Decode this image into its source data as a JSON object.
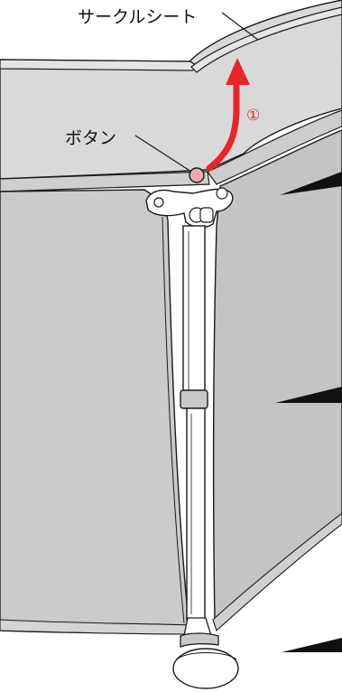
{
  "labels": {
    "circle_sheet": "サークルシート",
    "button": "ボタン",
    "step_number": "①"
  },
  "colors": {
    "background": "#ffffff",
    "panel_fill": "#d6d6d6",
    "panel_shade": "#c9c9c9",
    "outline": "#1a1a1a",
    "arrow_red": "#e8262a",
    "button_pink": "#f1a7b3",
    "pole_white": "#ffffff",
    "wedge_black": "#111111"
  },
  "icons": {
    "arrow": "curved-up-arrow-icon",
    "button": "round-push-button-icon"
  }
}
